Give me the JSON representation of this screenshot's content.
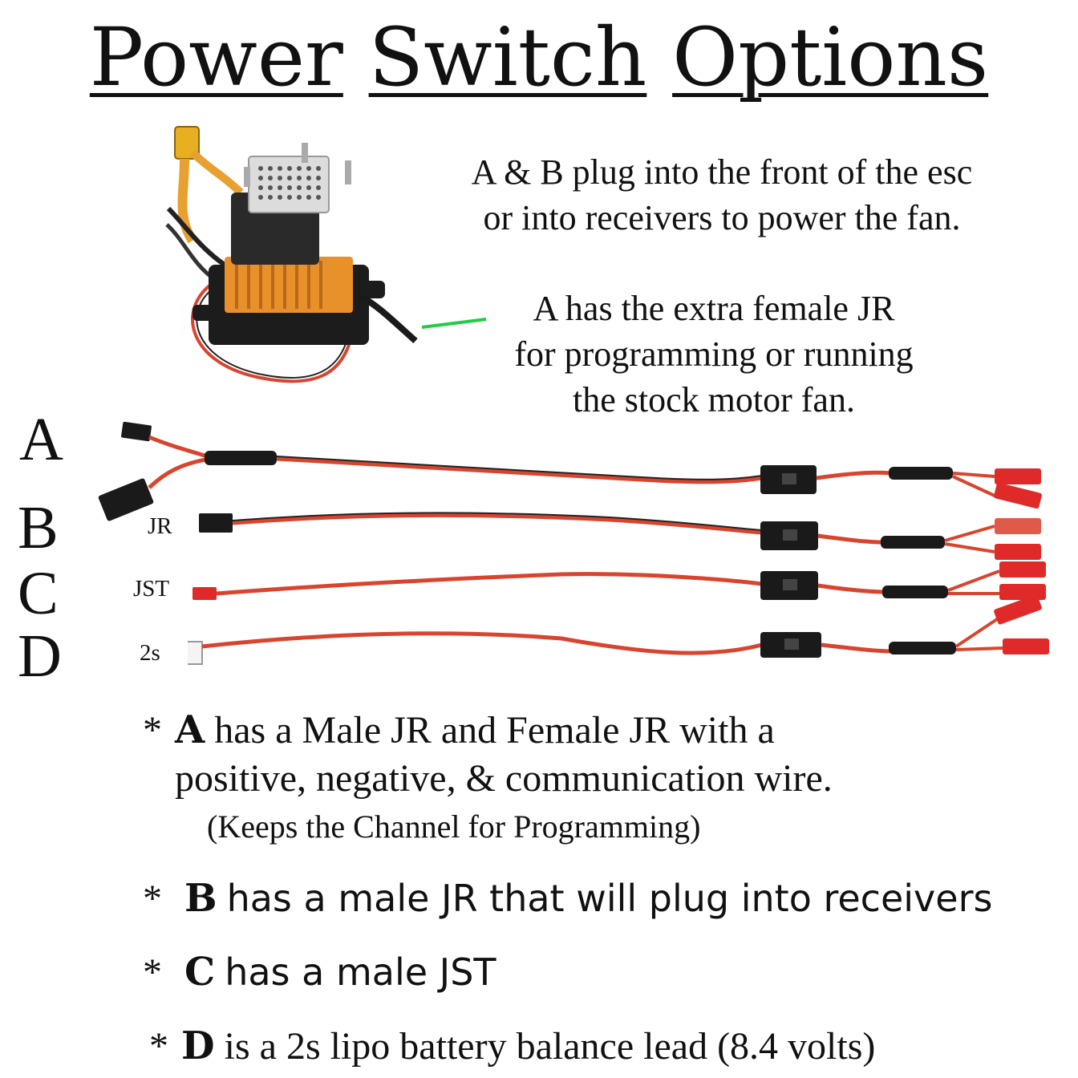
{
  "title": {
    "w1": "Power",
    "w2": "Switch",
    "w3": "Options"
  },
  "note1": {
    "line1": "A & B plug into the front of the esc",
    "line2": "or into receivers to power the fan."
  },
  "note2": {
    "line1": "A has the extra female JR",
    "line2": "for programming or running",
    "line3": "the stock motor fan."
  },
  "cables": [
    {
      "letter": "A",
      "connector": ""
    },
    {
      "letter": "B",
      "connector": "JR"
    },
    {
      "letter": "C",
      "connector": "JST"
    },
    {
      "letter": "D",
      "connector": "2s"
    }
  ],
  "bullets": {
    "a": {
      "star": "*",
      "key": "A",
      "line1": " has a Male JR and Female JR with a",
      "line2": "positive, negative, & communication wire.",
      "line3": "(Keeps the Channel for Programming)"
    },
    "b": {
      "star": "*",
      "key": "B",
      "text": "has a male JR that will plug into receivers"
    },
    "c": {
      "star": "*",
      "key": "C",
      "text": "has a male JST"
    },
    "d": {
      "star": "*",
      "key": "D",
      "text": " is a 2s lipo battery balance lead (8.4 volts)"
    }
  },
  "colors": {
    "wire_red": "#d9442e",
    "wire_black": "#1a1a1a",
    "connector_red": "#e02a2a",
    "esc_orange": "#e8902a",
    "pointer_green": "#22cc44"
  }
}
